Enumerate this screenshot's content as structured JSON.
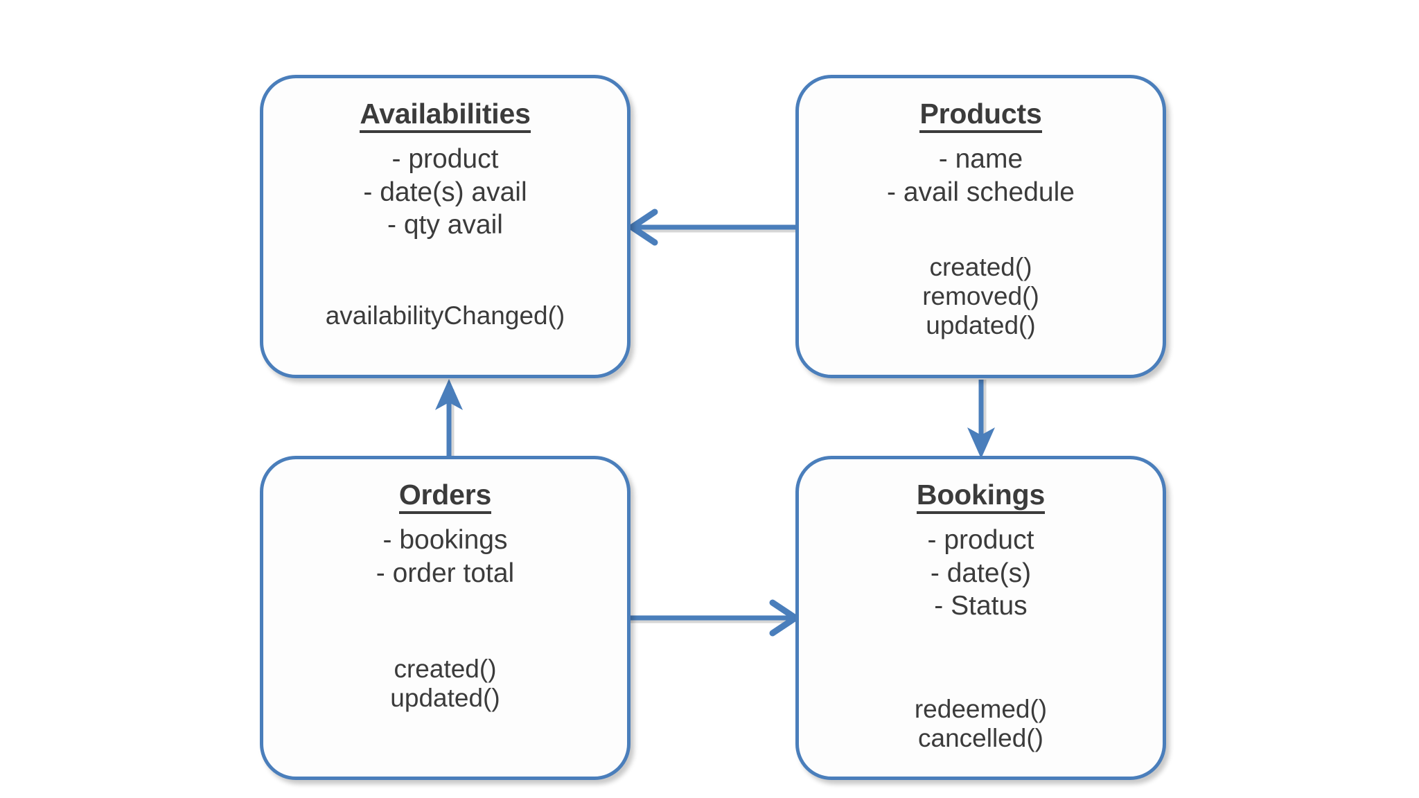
{
  "diagram": {
    "type": "class-diagram",
    "background_color": "#ffffff",
    "accent_color": "#4a7ebb",
    "text_color": "#3b3b3b",
    "nodes": [
      {
        "id": "availabilities",
        "title": "Availabilities",
        "attributes": [
          "- product",
          "- date(s) avail",
          "- qty avail"
        ],
        "methods": [
          "availabilityChanged()"
        ]
      },
      {
        "id": "products",
        "title": "Products",
        "attributes": [
          "- name",
          "- avail schedule"
        ],
        "methods": [
          "created()",
          "removed()",
          "updated()"
        ]
      },
      {
        "id": "orders",
        "title": "Orders",
        "attributes": [
          "- bookings",
          "- order total"
        ],
        "methods": [
          "created()",
          "updated()"
        ]
      },
      {
        "id": "bookings",
        "title": "Bookings",
        "attributes": [
          "- product",
          "- date(s)",
          "- Status"
        ],
        "methods": [
          "redeemed()",
          "cancelled()"
        ]
      }
    ],
    "edges": [
      {
        "id": "products-to-availabilities",
        "from": "products",
        "to": "availabilities",
        "direction": "left",
        "arrowhead": "open"
      },
      {
        "id": "orders-to-availabilities",
        "from": "orders",
        "to": "availabilities",
        "direction": "up",
        "arrowhead": "solid"
      },
      {
        "id": "products-to-bookings",
        "from": "products",
        "to": "bookings",
        "direction": "down",
        "arrowhead": "solid"
      },
      {
        "id": "orders-to-bookings",
        "from": "orders",
        "to": "bookings",
        "direction": "right",
        "arrowhead": "open"
      }
    ]
  }
}
